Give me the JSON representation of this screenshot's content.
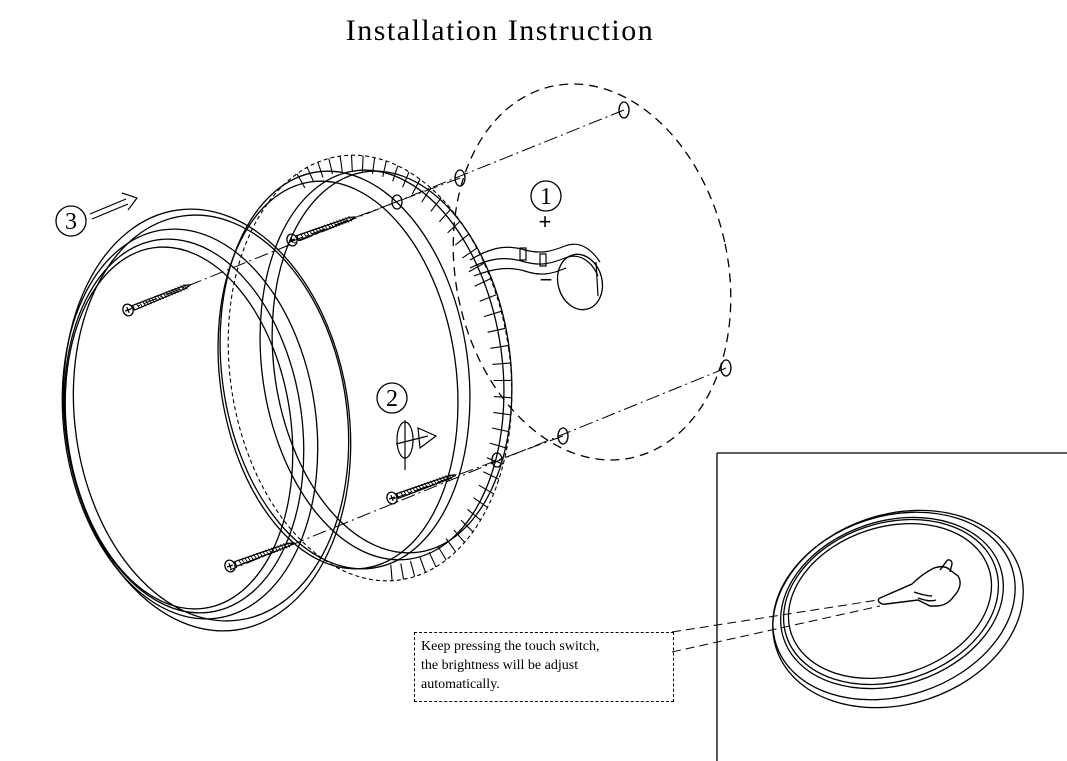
{
  "title": "Installation Instruction",
  "steps": {
    "one": "1",
    "two": "2",
    "three": "3"
  },
  "polarity": {
    "positive": "+",
    "negative": "−"
  },
  "note": {
    "line1": "Keep pressing the touch switch,",
    "line2": "the brightness will be adjust",
    "line3": "automatically."
  }
}
